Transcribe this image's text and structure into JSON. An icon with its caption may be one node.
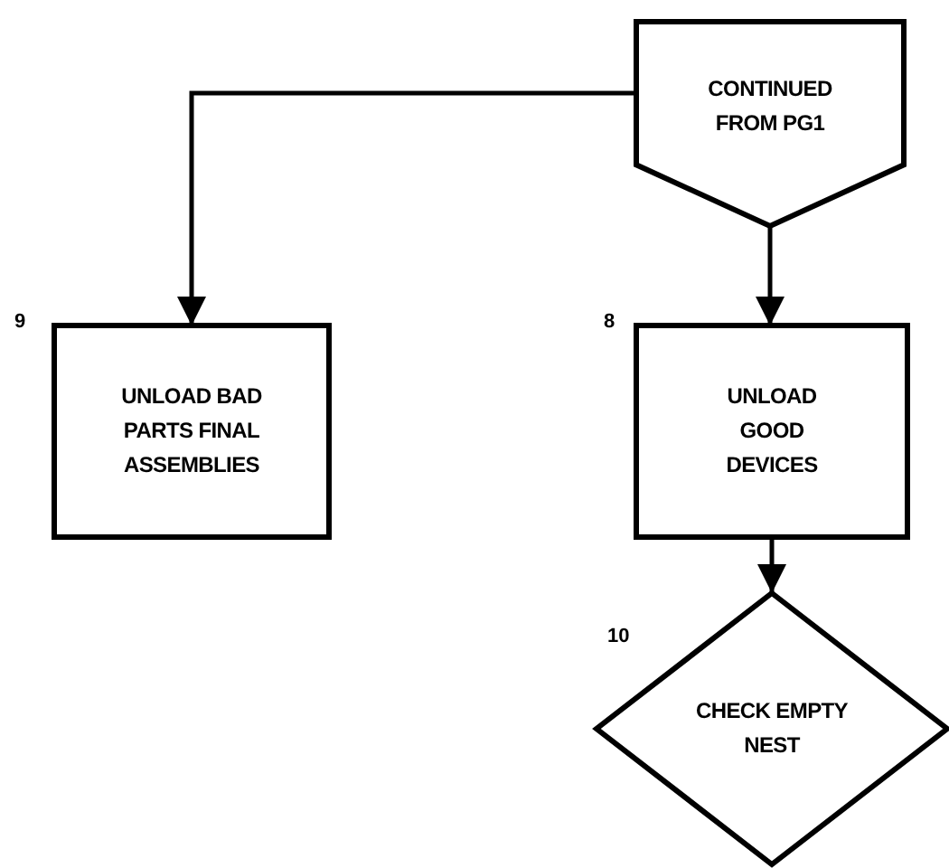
{
  "diagram": {
    "nodes": [
      {
        "text": [
          "CONTINUED FROM PG1"
        ]
      },
      {
        "text": [
          "UNLOAD BAD PARTS FINAL ASSEMBLIES"
        ],
        "beside": [
          "9"
        ]
      },
      {
        "text": [
          "UNLOAD GOOD DEVICES"
        ],
        "beside": [
          "8"
        ]
      },
      {
        "text": [
          "CHECK EMPTY NEST"
        ],
        "beside": [
          "10"
        ]
      }
    ],
    "edges": [
      {
        "from": 0,
        "to": 1,
        "arrow": "to"
      },
      {
        "from": 0,
        "to": 2,
        "arrow": "to"
      },
      {
        "from": 2,
        "to": 3,
        "arrow": "to"
      }
    ]
  }
}
